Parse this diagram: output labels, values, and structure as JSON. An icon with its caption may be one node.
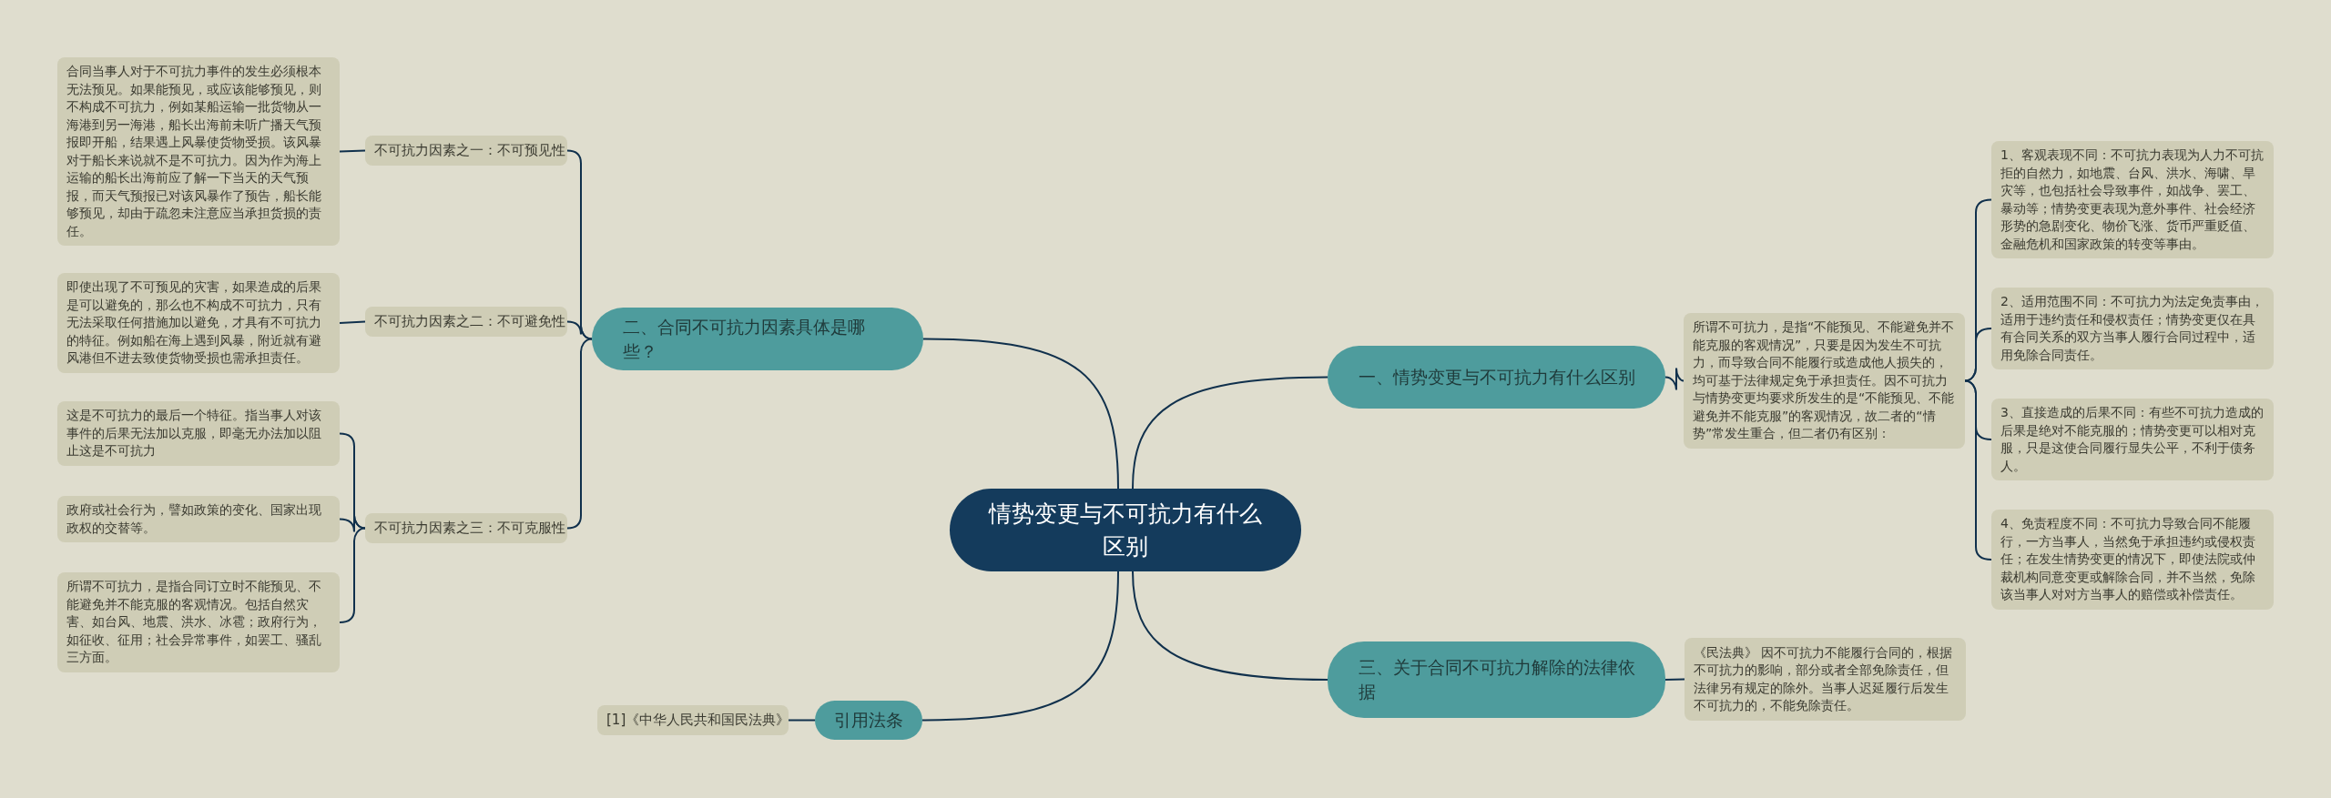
{
  "diagram": {
    "nodes": [
      {
        "text": [
          "情势变更与不可抗力有什么区别"
        ]
      },
      {
        "text": [
          "二、合同不可抗力因素具体是哪些？"
        ]
      },
      {
        "text": [
          "不可抗力因素之一：不可预见性"
        ]
      },
      {
        "text": [
          "合同当事人对于不可抗力事件的发生必须根本无法预见。如果能预见，或应该能够预见，则不构成不可抗力，例如某船运输一批货物从一海港到另一海港，船长出海前未听广播天气预报即开船，结果遇上风暴使货物受损。该风暴对于船长来说就不是不可抗力。因为作为海上运输的船长出海前应了解一下当天的天气预报，而天气预报已对该风暴作了预告，船长能够预见，却由于疏忽未注意应当承担货损的责任。"
        ]
      },
      {
        "text": [
          "不可抗力因素之二：不可避免性"
        ]
      },
      {
        "text": [
          "即使出现了不可预见的灾害，如果造成的后果是可以避免的，那么也不构成不可抗力，只有无法采取任何措施加以避免，才具有不可抗力的特征。例如船在海上遇到风暴，附近就有避风港但不进去致使货物受损也需承担责任。"
        ]
      },
      {
        "text": [
          "不可抗力因素之三：不可克服性"
        ]
      },
      {
        "text": [
          "这是不可抗力的最后一个特征。指当事人对该事件的后果无法加以克服，即毫无办法加以阻止这是不可抗力"
        ]
      },
      {
        "text": [
          "政府或社会行为，譬如政策的变化、国家出现政权的交替等。"
        ]
      },
      {
        "text": [
          "所谓不可抗力，是指合同订立时不能预见、不能避免并不能克服的客观情况。包括自然灾害、如台风、地震、洪水、冰雹；政府行为，如征收、征用；社会异常事件，如罢工、骚乱三方面。"
        ]
      },
      {
        "text": [
          "引用法条"
        ]
      },
      {
        "text": [
          "[1]《中华人民共和国民法典》"
        ]
      },
      {
        "text": [
          "一、情势变更与不可抗力有什么区别"
        ]
      },
      {
        "text": [
          "所谓不可抗力，是指“不能预见、不能避免并不能克服的客观情况”，只要是因为发生不可抗力，而导致合同不能履行或造成他人损失的，均可基于法律规定免于承担责任。因不可抗力与情势变更均要求所发生的是“不能预见、不能避免并不能克服”的客观情况，故二者的“情势”常发生重合，但二者仍有区别："
        ]
      },
      {
        "text": [
          "1、客观表现不同：不可抗力表现为人力不可抗拒的自然力，如地震、台风、洪水、海啸、旱灾等，也包括社会导致事件，如战争、罢工、暴动等；情势变更表现为意外事件、社会经济形势的急剧变化、物价飞涨、货币严重贬值、金融危机和国家政策的转变等事由。"
        ]
      },
      {
        "text": [
          "2、适用范围不同：不可抗力为法定免责事由，适用于违约责任和侵权责任；情势变更仅在具有合同关系的双方当事人履行合同过程中，适用免除合同责任。"
        ]
      },
      {
        "text": [
          "3、直接造成的后果不同：有些不可抗力造成的后果是绝对不能克服的；情势变更可以相对克服，只是这使合同履行显失公平，不利于债务人。"
        ]
      },
      {
        "text": [
          "4、免责程度不同：不可抗力导致合同不能履行，一方当事人，当然免于承担违约或侵权责任；在发生情势变更的情况下，即使法院或仲裁机构同意变更或解除合同，并不当然，免除该当事人对对方当事人的赔偿或补偿责任。"
        ]
      },
      {
        "text": [
          "三、关于合同不可抗力解除的法律依据"
        ]
      },
      {
        "text": [
          "《民法典》 因不可抗力不能履行合同的，根据不可抗力的影响，部分或者全部免除责任，但法律另有规定的除外。当事人迟延履行后发生不可抗力的，不能免除责任。"
        ]
      }
    ],
    "edges": [
      {
        "from": 0,
        "to": 1,
        "arrow": "none"
      },
      {
        "from": 1,
        "to": 2,
        "arrow": "none"
      },
      {
        "from": 2,
        "to": 3,
        "arrow": "none"
      },
      {
        "from": 1,
        "to": 4,
        "arrow": "none"
      },
      {
        "from": 4,
        "to": 5,
        "arrow": "none"
      },
      {
        "from": 1,
        "to": 6,
        "arrow": "none"
      },
      {
        "from": 6,
        "to": 7,
        "arrow": "none"
      },
      {
        "from": 6,
        "to": 8,
        "arrow": "none"
      },
      {
        "from": 6,
        "to": 9,
        "arrow": "none"
      },
      {
        "from": 0,
        "to": 10,
        "arrow": "none"
      },
      {
        "from": 10,
        "to": 11,
        "arrow": "none"
      },
      {
        "from": 0,
        "to": 12,
        "arrow": "none"
      },
      {
        "from": 12,
        "to": 13,
        "arrow": "none"
      },
      {
        "from": 13,
        "to": 14,
        "arrow": "none"
      },
      {
        "from": 13,
        "to": 15,
        "arrow": "none"
      },
      {
        "from": 13,
        "to": 16,
        "arrow": "none"
      },
      {
        "from": 13,
        "to": 17,
        "arrow": "none"
      },
      {
        "from": 0,
        "to": 18,
        "arrow": "none"
      },
      {
        "from": 18,
        "to": 19,
        "arrow": "none"
      }
    ]
  }
}
